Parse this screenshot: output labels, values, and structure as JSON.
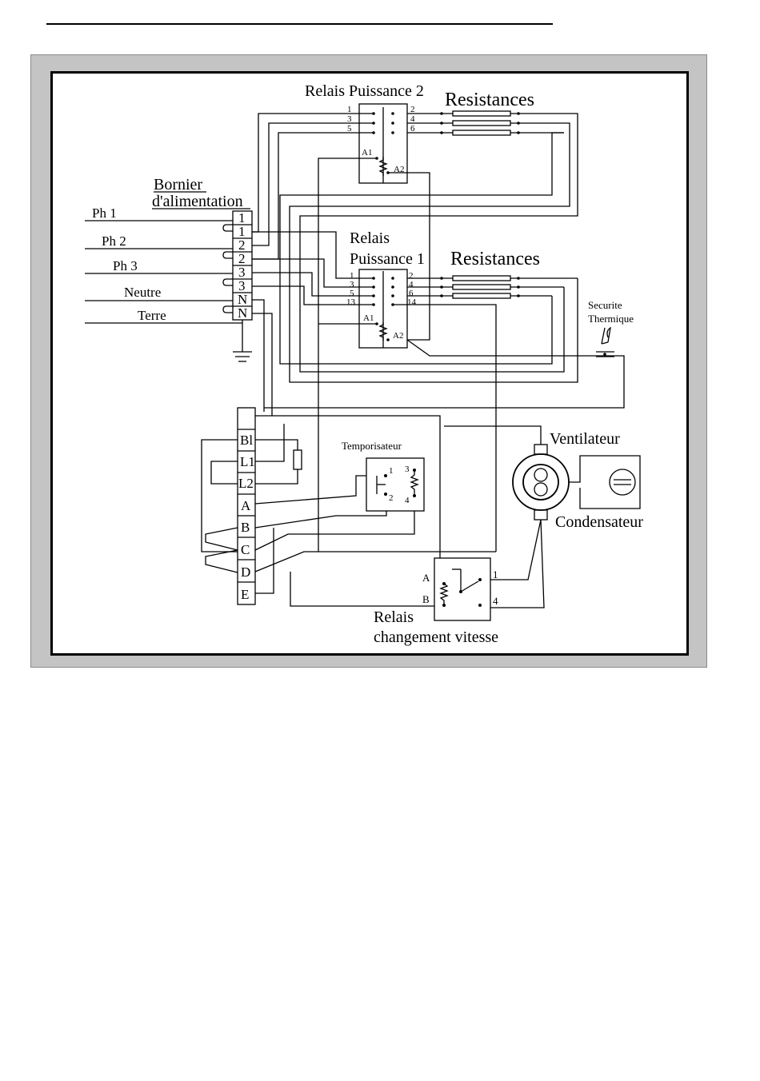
{
  "diagram": {
    "relais_puissance_2": {
      "title": "Relais Puissance 2",
      "terminals_left": [
        "1",
        "3",
        "5"
      ],
      "terminals_right": [
        "2",
        "4",
        "6"
      ],
      "coil": [
        "A1",
        "A2"
      ]
    },
    "relais_puissance_1": {
      "title_line1": "Relais",
      "title_line2": "Puissance 1",
      "terminals_left": [
        "1",
        "3",
        "5",
        "13"
      ],
      "terminals_right": [
        "2",
        "4",
        "6",
        "14"
      ],
      "coil": [
        "A1",
        "A2"
      ]
    },
    "resistances_top": "Resistances",
    "resistances_mid": "Resistances",
    "bornier": {
      "title_line1": "Bornier",
      "title_line2": "d'alimentation",
      "terminals": [
        "1",
        "1",
        "2",
        "2",
        "3",
        "3",
        "N",
        "N"
      ]
    },
    "lines": [
      "Ph 1",
      "Ph 2",
      "Ph 3",
      "Neutre",
      "Terre"
    ],
    "securite": {
      "line1": "Securite",
      "line2": "Thermique"
    },
    "control_block": {
      "terminals": [
        "Bl",
        "L1",
        "L2",
        "A",
        "B",
        "C",
        "D",
        "E"
      ]
    },
    "temporisateur": {
      "title": "Temporisateur",
      "terminals": [
        "1",
        "2",
        "3",
        "4"
      ]
    },
    "ventilateur": "Ventilateur",
    "condensateur": "Condensateur",
    "relais_vitesse": {
      "line1": "Relais",
      "line2": "changement vitesse",
      "terminals_left": [
        "A",
        "B"
      ],
      "terminals_right": [
        "1",
        "4"
      ]
    }
  }
}
